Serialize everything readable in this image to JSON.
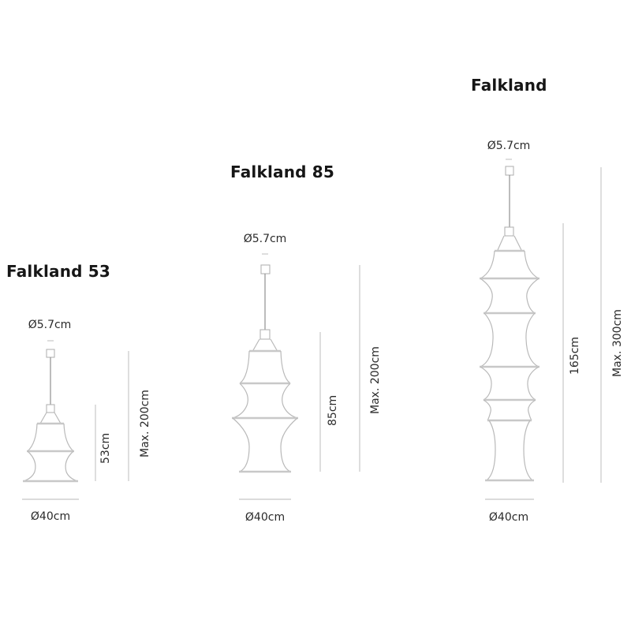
{
  "lamps": [
    {
      "name": "Falkland 53",
      "canopy_diameter": "Ø5.7cm",
      "shade_diameter": "Ø40cm",
      "height": "53cm",
      "max_height": "Max. 200cm"
    },
    {
      "name": "Falkland 85",
      "canopy_diameter": "Ø5.7cm",
      "shade_diameter": "Ø40cm",
      "height": "85cm",
      "max_height": "Max. 200cm"
    },
    {
      "name": "Falkland",
      "canopy_diameter": "Ø5.7cm",
      "shade_diameter": "Ø40cm",
      "height": "165cm",
      "max_height": "Max. 300cm"
    }
  ],
  "colors": {
    "line": "#cfcfcf",
    "outline": "#b9b9b9",
    "text": "#1a1a1a"
  }
}
